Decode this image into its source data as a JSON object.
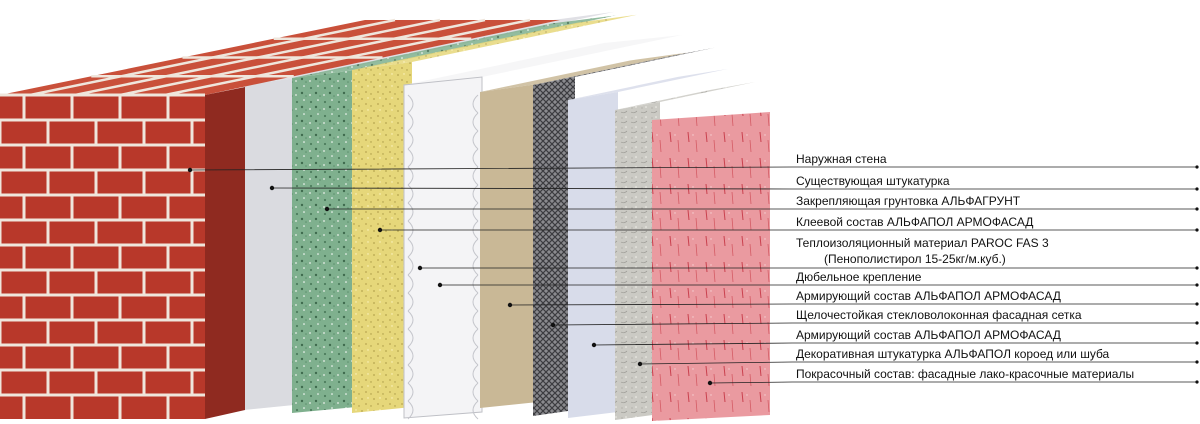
{
  "colors": {
    "brick": "#b8382a",
    "brick_top": "#c9503a",
    "brick_side": "#8f2a20",
    "mortar": "#efe6dc",
    "existing_plaster": "#dadbe0",
    "primer_green": "#7fb08e",
    "adhesive_yellow": "#e6d77a",
    "insulation": "#f4f4f6",
    "reinforce_beige": "#c9b896",
    "mesh_gray": "#6c6c70",
    "reinforce_blue": "#d8dcea",
    "decor_plaster": "#c9c8c2",
    "paint_pink": "#e98d94",
    "text": "#111111"
  },
  "labels": [
    {
      "text": "Наружная стена"
    },
    {
      "text": "Существующая штукатурка"
    },
    {
      "text": "Закрепляющая грунтовка АЛЬФАГРУНТ"
    },
    {
      "text": "Клеевой состав АЛЬФАПОЛ АРМОФАСАД"
    },
    {
      "text": "Теплоизоляционный материал PAROC FAS 3",
      "text2": "(Пенополистирол 15-25кг/м.куб.)"
    },
    {
      "text": "Дюбельное крепление"
    },
    {
      "text": "Армирующий состав АЛЬФАПОЛ АРМОФАСАД"
    },
    {
      "text": "Щелочестойкая стекловолоконная фасадная сетка"
    },
    {
      "text": "Армирующий состав АЛЬФАПОЛ АРМОФАСАД"
    },
    {
      "text": "Декоративная штукатурка АЛЬФАПОЛ короед или шуба"
    },
    {
      "text": "Покрасочный состав: фасадные лако-красочные материалы"
    }
  ]
}
